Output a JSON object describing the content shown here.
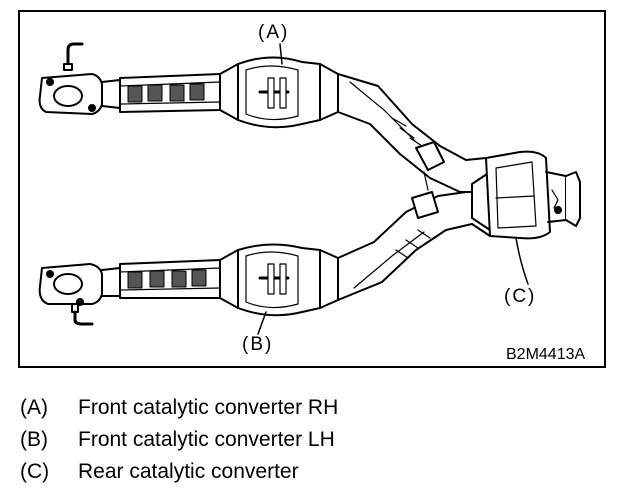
{
  "figure": {
    "callouts": {
      "a": "(A)",
      "b": "(B)",
      "c": "(C)"
    },
    "code": "B2M4413A"
  },
  "legend": [
    {
      "key": "(A)",
      "text": "Front catalytic converter RH"
    },
    {
      "key": "(B)",
      "text": "Front catalytic converter LH"
    },
    {
      "key": "(C)",
      "text": "Rear catalytic converter"
    }
  ]
}
